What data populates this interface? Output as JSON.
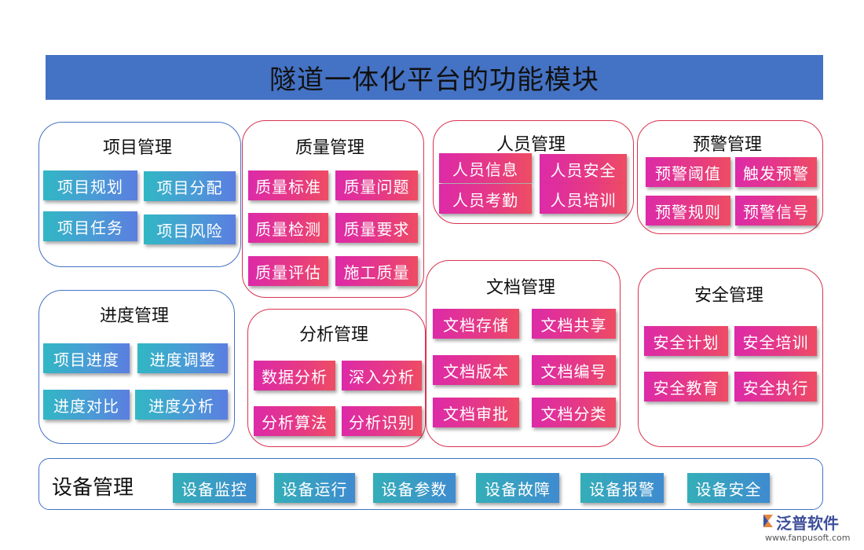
{
  "title": "隧道一体化平台的功能模块",
  "modules": {
    "project": {
      "title": "项目管理",
      "items": [
        "项目规划",
        "项目分配",
        "项目任务",
        "项目风险"
      ]
    },
    "quality": {
      "title": "质量管理",
      "items": [
        "质量标准",
        "质量问题",
        "质量检测",
        "质量要求",
        "质量评估",
        "施工质量"
      ]
    },
    "personnel": {
      "title": "人员管理",
      "items": [
        "人员信息",
        "人员安全",
        "人员考勤",
        "人员培训"
      ]
    },
    "warning": {
      "title": "预警管理",
      "items": [
        "预警阈值",
        "触发预警",
        "预警规则",
        "预警信号"
      ]
    },
    "progress": {
      "title": "进度管理",
      "items": [
        "项目进度",
        "进度调整",
        "进度对比",
        "进度分析"
      ]
    },
    "analysis": {
      "title": "分析管理",
      "items": [
        "数据分析",
        "深入分析",
        "分析算法",
        "分析识别"
      ]
    },
    "document": {
      "title": "文档管理",
      "items": [
        "文档存储",
        "文档共享",
        "文档版本",
        "文档编号",
        "文档审批",
        "文档分类"
      ]
    },
    "safety": {
      "title": "安全管理",
      "items": [
        "安全计划",
        "安全培训",
        "安全教育",
        "安全执行"
      ]
    },
    "equipment": {
      "title": "设备管理",
      "items": [
        "设备监控",
        "设备运行",
        "设备参数",
        "设备故障",
        "设备报警",
        "设备安全"
      ]
    }
  },
  "logo": {
    "name": "泛普软件",
    "url": "www.fanpusoft.com"
  },
  "colors": {
    "title_bar": "#4472c4",
    "blue_border": "#4472c4",
    "red_border": "#d8344f",
    "teal_button": "#31b7c4",
    "magenta_button": "#dd2aa8"
  }
}
